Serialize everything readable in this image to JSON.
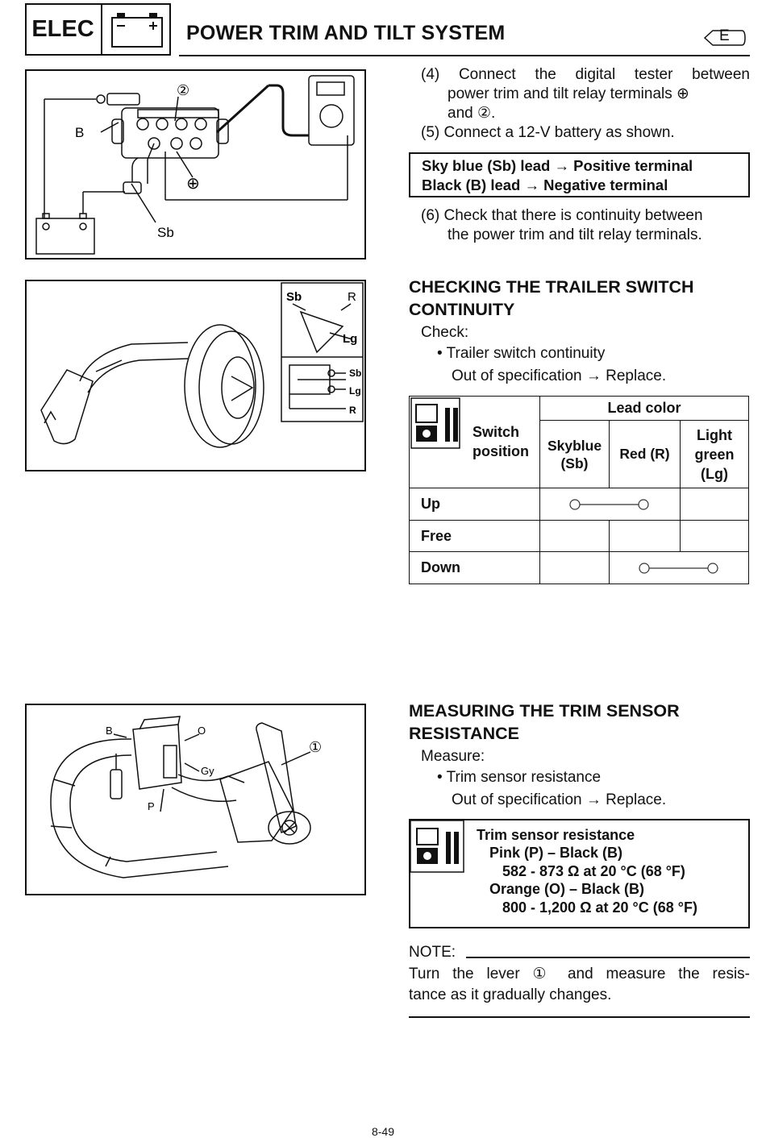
{
  "header": {
    "section": "ELEC",
    "title": "POWER TRIM AND TILT SYSTEM",
    "lang_badge": "E"
  },
  "steps": {
    "step4_line1": "(4) Connect the digital tester between",
    "step4_line2": "power trim and tilt relay terminals ⊕",
    "step4_line3": "and ②.",
    "step5": "(5) Connect a 12-V battery as shown.",
    "box_line1": "Sky blue (Sb) lead → Positive terminal",
    "box_line2": "Black (B) lead → Negative terminal",
    "step6_line1": "(6) Check that there is continuity between",
    "step6_line2": "the power trim and tilt relay terminals."
  },
  "trailer": {
    "heading_line1": "CHECKING THE TRAILER SWITCH",
    "heading_line2": "CONTINUITY",
    "check": "Check:",
    "bullet": "• Trailer switch continuity",
    "spec": "Out of specification → Replace.",
    "table": {
      "header_switch": "Switch position",
      "switch_line1": "Switch",
      "switch_line2": "position",
      "header_lead": "Lead color",
      "col_sb_line1": "Skyblue",
      "col_sb_line2": "(Sb)",
      "col_r": "Red (R)",
      "col_lg_line1": "Light",
      "col_lg_line2": "green",
      "col_lg_line3": "(Lg)",
      "rows": [
        "Up",
        "Free",
        "Down"
      ]
    }
  },
  "trim_sensor": {
    "heading_line1": "MEASURING THE TRIM SENSOR",
    "heading_line2": "RESISTANCE",
    "measure": "Measure:",
    "bullet": "• Trim sensor resistance",
    "spec": "Out of specification → Replace.",
    "box_title": "Trim sensor resistance",
    "box_l1": "Pink (P) – Black (B)",
    "box_l2": "582 - 873 Ω at 20 °C (68 °F)",
    "box_l3": "Orange (O) – Black (B)",
    "box_l4": "800 - 1,200 Ω at 20 °C (68 °F)"
  },
  "note": {
    "label": "NOTE:",
    "line1": "Turn the lever ① and measure the resis-",
    "line2": "tance as it gradually changes."
  },
  "fig1_labels": {
    "n2": "②",
    "b": "B",
    "plus": "⊕",
    "sb": "Sb"
  },
  "fig2_labels": {
    "sb": "Sb",
    "r": "R",
    "lg": "Lg",
    "sb2": "Sb",
    "lg2": "Lg",
    "r2": "R"
  },
  "fig3_labels": {
    "b": "B",
    "o": "O",
    "gy": "Gy",
    "p": "P",
    "n1": "①"
  },
  "page_number": "8-49"
}
